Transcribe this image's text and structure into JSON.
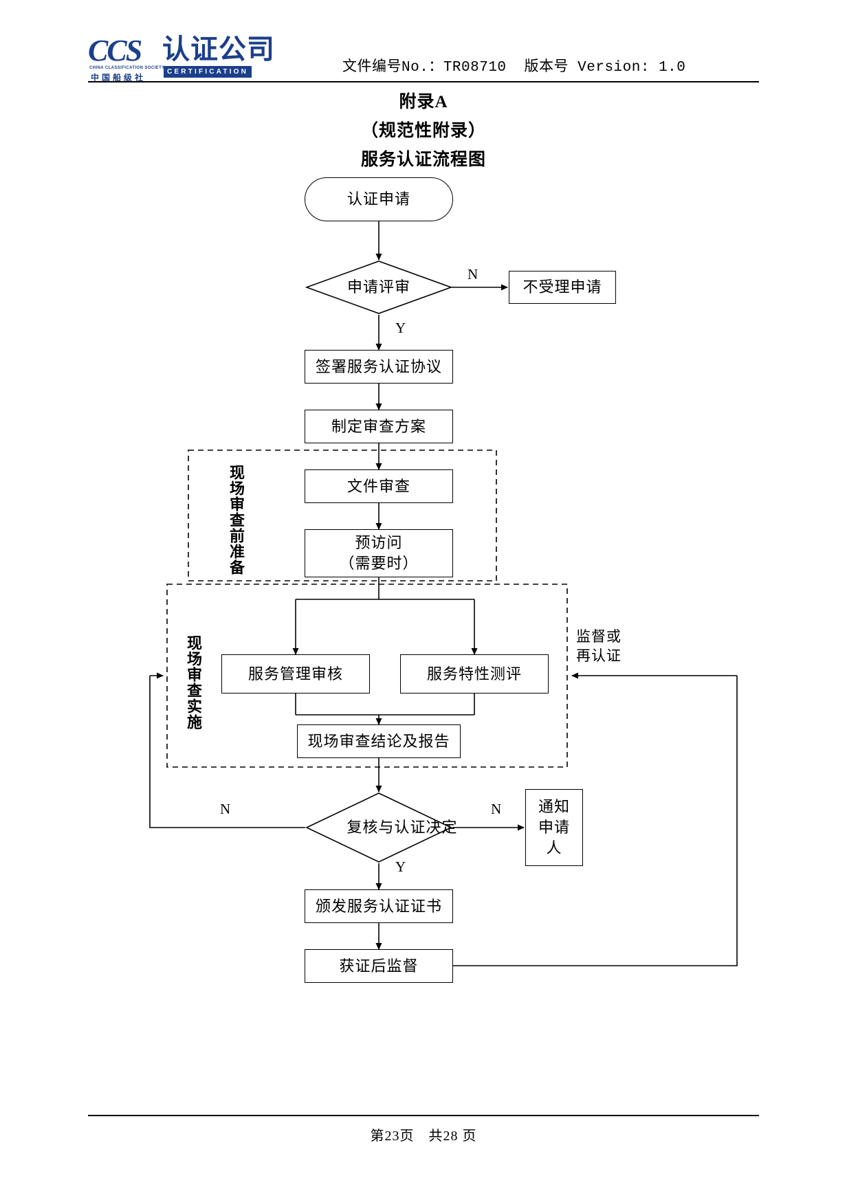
{
  "header": {
    "logo": {
      "ccs_text": "CCS",
      "english_society": "CHINA CLASSIFICATION SOCIETY",
      "chinese_society": "中国船级社",
      "company_cn": "认证公司",
      "certification_en": "CERTIFICATION"
    },
    "doc_number_label": "文件编号No.：",
    "doc_number_value": "TR08710",
    "version_label": "版本号 Version:",
    "version_value": "1.0"
  },
  "titles": {
    "appendix": "附录A",
    "normative": "（规范性附录）",
    "chart_title": "服务认证流程图"
  },
  "chart_data": {
    "type": "diagram",
    "title": "服务认证流程图",
    "nodes": [
      {
        "id": "apply",
        "label": "认证申请",
        "shape": "terminator"
      },
      {
        "id": "review",
        "label": "申请评审",
        "shape": "decision"
      },
      {
        "id": "reject",
        "label": "不受理申请",
        "shape": "process"
      },
      {
        "id": "agreement",
        "label": "签署服务认证协议",
        "shape": "process"
      },
      {
        "id": "plan",
        "label": "制定审查方案",
        "shape": "process"
      },
      {
        "id": "doc_review",
        "label": "文件审查",
        "shape": "process"
      },
      {
        "id": "previsit",
        "label": "预访问\n（需要时）",
        "shape": "process"
      },
      {
        "id": "mgmt_audit",
        "label": "服务管理审核",
        "shape": "process"
      },
      {
        "id": "feature_eval",
        "label": "服务特性测评",
        "shape": "process"
      },
      {
        "id": "onsite_report",
        "label": "现场审查结论及报告",
        "shape": "process"
      },
      {
        "id": "decision",
        "label": "复核与认证决定",
        "shape": "decision"
      },
      {
        "id": "notify",
        "label": "通知申请人",
        "shape": "process"
      },
      {
        "id": "issue_cert",
        "label": "颁发服务认证证书",
        "shape": "process"
      },
      {
        "id": "surveillance",
        "label": "获证后监督",
        "shape": "process"
      }
    ],
    "groups": [
      {
        "id": "prep",
        "label": "现场审查前准备",
        "style": "dashed"
      },
      {
        "id": "onsite",
        "label": "现场审查实施",
        "style": "dashed"
      }
    ],
    "edges": [
      {
        "from": "apply",
        "to": "review",
        "label": ""
      },
      {
        "from": "review",
        "to": "reject",
        "label": "N"
      },
      {
        "from": "review",
        "to": "agreement",
        "label": "Y"
      },
      {
        "from": "agreement",
        "to": "plan",
        "label": ""
      },
      {
        "from": "plan",
        "to": "doc_review",
        "label": ""
      },
      {
        "from": "doc_review",
        "to": "previsit",
        "label": ""
      },
      {
        "from": "previsit",
        "to": "mgmt_audit",
        "label": ""
      },
      {
        "from": "previsit",
        "to": "feature_eval",
        "label": ""
      },
      {
        "from": "mgmt_audit",
        "to": "onsite_report",
        "label": ""
      },
      {
        "from": "feature_eval",
        "to": "onsite_report",
        "label": ""
      },
      {
        "from": "onsite_report",
        "to": "decision",
        "label": ""
      },
      {
        "from": "decision",
        "to": "notify",
        "label": "N"
      },
      {
        "from": "decision",
        "to": "onsite",
        "label": "N"
      },
      {
        "from": "decision",
        "to": "issue_cert",
        "label": "Y"
      },
      {
        "from": "issue_cert",
        "to": "surveillance",
        "label": ""
      },
      {
        "from": "surveillance",
        "to": "onsite",
        "label": "监督或再认证"
      }
    ],
    "labels": {
      "n1": "N",
      "y1": "Y",
      "n2": "N",
      "n3": "N",
      "y2": "Y",
      "recert_line1": "监督或",
      "recert_line2": "再认证"
    }
  },
  "footer": {
    "page_text": "第23页　共28 页"
  }
}
